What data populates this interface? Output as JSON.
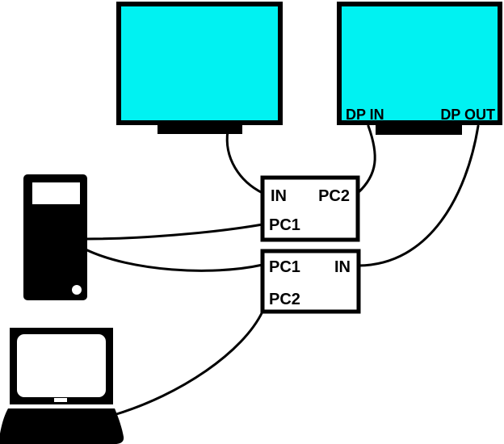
{
  "colors": {
    "screen": "#00f2f2",
    "outline": "#000000",
    "background": "#ffffff"
  },
  "monitor_right": {
    "port_left": "DP IN",
    "port_right": "DP OUT"
  },
  "switch_top": {
    "port_in": "IN",
    "port_pc2": "PC2",
    "port_pc1": "PC1"
  },
  "switch_bottom": {
    "port_pc1": "PC1",
    "port_in": "IN",
    "port_pc2": "PC2"
  }
}
